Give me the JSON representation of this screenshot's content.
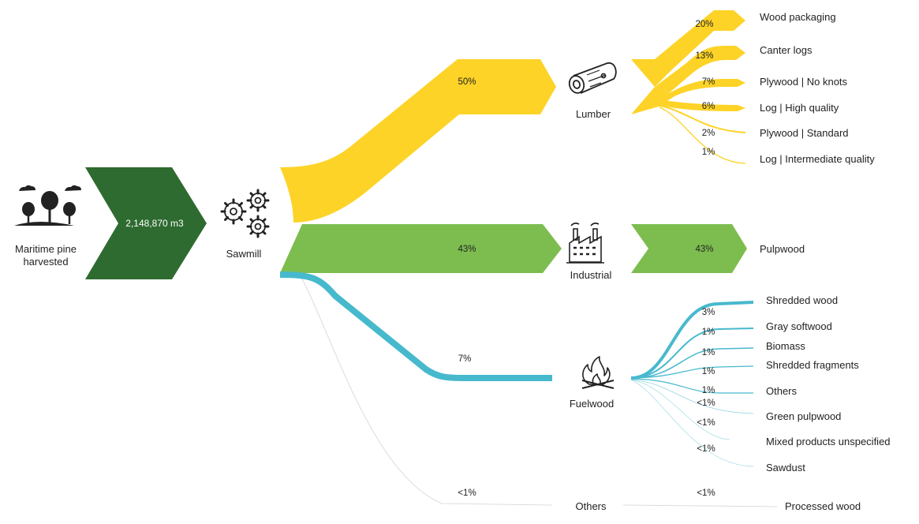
{
  "colors": {
    "source": "#2e6b30",
    "lumber": "#fdd327",
    "industrial": "#7dbd4f",
    "fuelwood": "#47b9cd",
    "others": "#d9dde0",
    "icon": "#222222"
  },
  "source": {
    "label_line1": "Maritime pine",
    "label_line2": "harvested",
    "volume": "2,148,870 m3",
    "icon": "trees-icon"
  },
  "sawmill": {
    "label": "Sawmill",
    "icon": "gears-icon"
  },
  "branches": [
    {
      "key": "lumber",
      "label": "Lumber",
      "percent": "50%",
      "icon": "log-icon"
    },
    {
      "key": "industrial",
      "label": "Industrial",
      "percent": "43%",
      "icon": "factory-icon"
    },
    {
      "key": "fuelwood",
      "label": "Fuelwood",
      "percent": "7%",
      "icon": "fire-icon"
    },
    {
      "key": "others",
      "label": "Others",
      "percent": "<1%",
      "icon": ""
    }
  ],
  "lumber_products": [
    {
      "label": "Wood packaging",
      "percent": "20%"
    },
    {
      "label": "Canter logs",
      "percent": "13%"
    },
    {
      "label": "Plywood | No knots",
      "percent": "7%"
    },
    {
      "label": "Log | High quality",
      "percent": "6%"
    },
    {
      "label": "Plywood | Standard",
      "percent": "2%"
    },
    {
      "label": "Log | Intermediate quality",
      "percent": "1%"
    }
  ],
  "industrial_products": [
    {
      "label": "Pulpwood",
      "percent": "43%"
    }
  ],
  "fuelwood_products": [
    {
      "label": "Shredded wood",
      "percent": "3%"
    },
    {
      "label": "Gray softwood",
      "percent": "1%"
    },
    {
      "label": "Biomass",
      "percent": "1%"
    },
    {
      "label": "Shredded fragments",
      "percent": "1%"
    },
    {
      "label": "Others",
      "percent": "1%"
    },
    {
      "label": "Green pulpwood",
      "percent": "<1%"
    },
    {
      "label": "Mixed products unspecified",
      "percent": "<1%"
    },
    {
      "label": "Sawdust",
      "percent": "<1%"
    }
  ],
  "others_products": [
    {
      "label": "Processed wood",
      "percent": "<1%"
    }
  ]
}
